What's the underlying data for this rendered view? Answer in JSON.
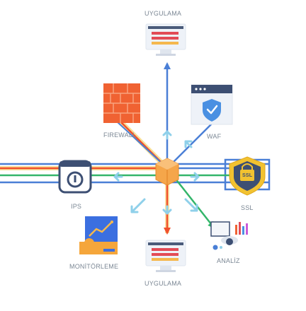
{
  "nodes": {
    "app_top": "UYGULAMA",
    "firewall": "FIREWALL",
    "waf": "WAF",
    "ips": "IPS",
    "ssl": "SSL",
    "ssl_badge": "SSL",
    "monitoring": "MONİTÖRLEME",
    "app_bottom": "UYGULAMA",
    "analysis": "ANALİZ"
  },
  "colors": {
    "blue_flow": "#4a7fd6",
    "red_flow": "#f0502c",
    "yellow_flow": "#f7c948",
    "green_flow": "#33b56a",
    "light_blue_arrow": "#8fd0ea",
    "hub": "#f5a64a"
  }
}
